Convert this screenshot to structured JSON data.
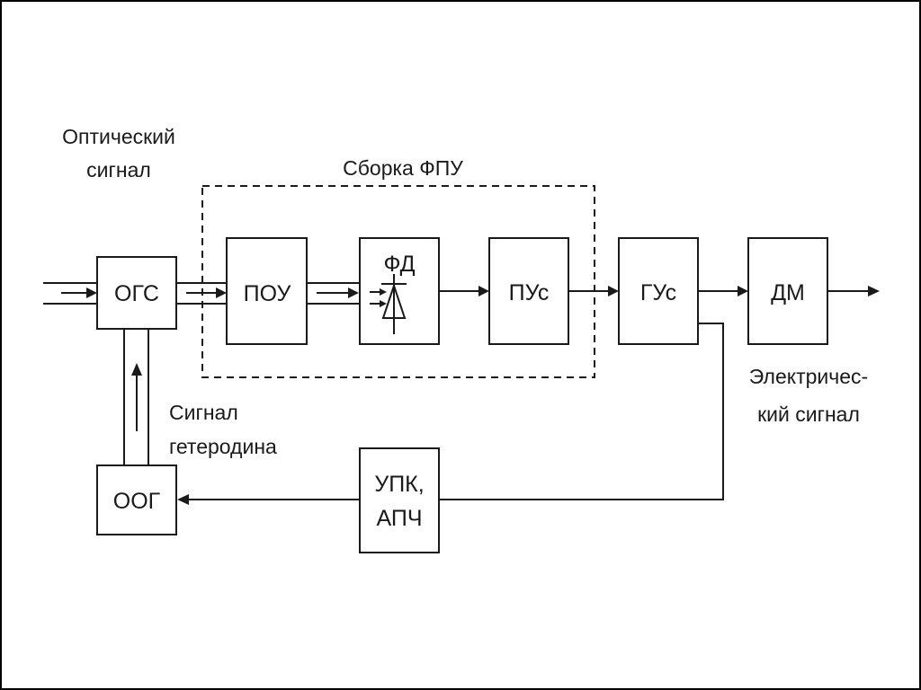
{
  "blocks": {
    "ogs": "ОГС",
    "pou": "ПОУ",
    "fd": "ФД",
    "pus": "ПУс",
    "gus": "ГУс",
    "dm": "ДМ",
    "oog": "ООГ",
    "upk_line1": "УПК,",
    "upk_line2": "АПЧ"
  },
  "captions": {
    "optical_line1": "Оптический",
    "optical_line2": "сигнал",
    "assembly": "Сборка ФПУ",
    "heterodyne_line1": "Сигнал",
    "heterodyne_line2": "гетеродина",
    "electrical_line1": "Электричес-",
    "electrical_line2": "кий сигнал"
  },
  "colors": {
    "stroke": "#1a1a1a",
    "background": "#ffffff"
  }
}
